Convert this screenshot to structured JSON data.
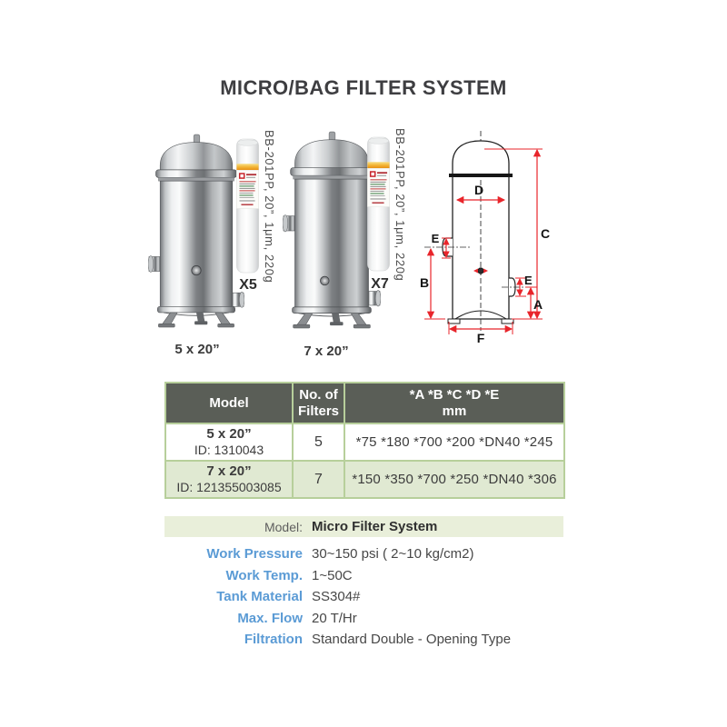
{
  "title": "MICRO/BAG FILTER SYSTEM",
  "products": [
    {
      "size_label": "5 x 20”",
      "cartridge_label": "BB-201PP, 20”, 1μm, 220g",
      "cartridge_count": "X5"
    },
    {
      "size_label": "7 x 20”",
      "cartridge_label": "BB-201PP, 20”, 1μm, 220g",
      "cartridge_count": "X7"
    }
  ],
  "diagram": {
    "dim_a": "A",
    "dim_b": "B",
    "dim_c": "C",
    "dim_d": "D",
    "dim_e_left": "E",
    "dim_e_right": "E",
    "dim_f": "F"
  },
  "dimension_table": {
    "header_model": "Model",
    "header_filters_line1": "No. of",
    "header_filters_line2": "Filters",
    "header_dims_line1": "*A *B *C *D *E",
    "header_dims_line2": "mm",
    "rows": [
      {
        "model": "5 x 20”",
        "id": "ID: 1310043",
        "filters": "5",
        "dims": "*75 *180 *700 *200 *DN40 *245"
      },
      {
        "model": "7 x 20”",
        "id": "ID: 121355003085",
        "filters": "7",
        "dims": "*150 *350 *700 *250 *DN40 *306"
      }
    ]
  },
  "spec_table": {
    "header_label": "Model:",
    "header_value": "Micro Filter System",
    "rows": [
      {
        "label": "Work Pressure",
        "value": "30~150 psi ( 2~10 kg/cm2)"
      },
      {
        "label": "Work Temp.",
        "value": "1~50C"
      },
      {
        "label": "Tank Material",
        "value": "SS304#"
      },
      {
        "label": "Max. Flow",
        "value": "20 T/Hr"
      },
      {
        "label": "Filtration",
        "value": "Standard Double - Opening Type"
      }
    ]
  },
  "colors": {
    "header_gray": "#5a5e57",
    "row_green": "#e0e9d2",
    "border_green": "#b7cf9b",
    "bar_green": "#e9efda",
    "label_blue": "#5b9bd5",
    "diagram_red": "#e8252b"
  }
}
